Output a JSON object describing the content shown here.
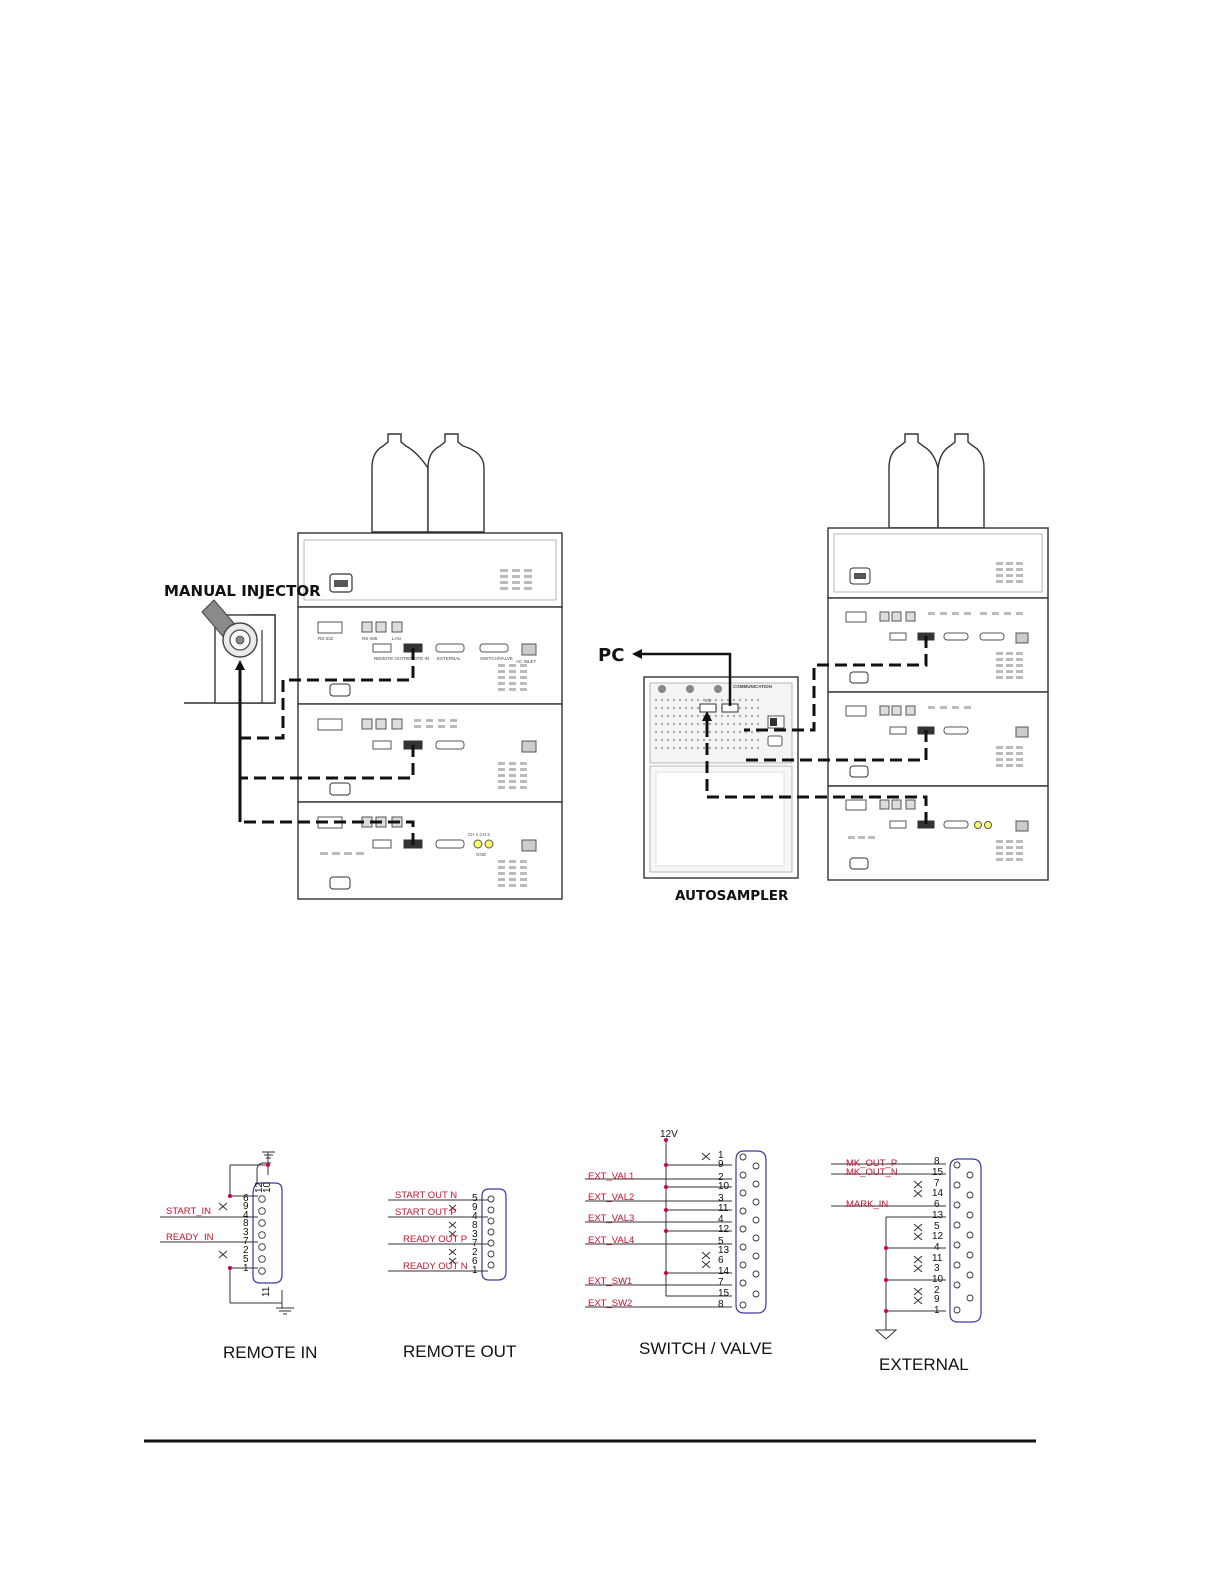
{
  "upper_diagram": {
    "left_system": {
      "manual_injector_label": "MANUAL INJECTOR"
    },
    "right_system": {
      "pc_label": "PC",
      "autosampler_label": "AUTOSAMPLER",
      "communication_label": "COMMUNICATION",
      "io_label": "I/O"
    },
    "port_labels": {
      "remote_in": "REMOTE IN",
      "remote_out": "REMOTE OUT",
      "external": "EXTERNAL",
      "switch_valve": "SWITCH/VALVE",
      "rs232": "RS-232",
      "rs485": "RS-485",
      "lan": "LAN",
      "ac_inlet": "AC INLET",
      "remote_short": "REMOTE IN",
      "analog": "CH 1 CH 2",
      "ground": "GND"
    }
  },
  "pinouts": {
    "remote_in": {
      "caption": "REMOTE IN",
      "signals": [
        "START_IN",
        "READY_IN"
      ],
      "pins": [
        "6",
        "9",
        "4",
        "8",
        "3",
        "7",
        "2",
        "5",
        "1"
      ],
      "header_pins": [
        "12",
        "10"
      ],
      "bottom_pin": "11"
    },
    "remote_out": {
      "caption": "REMOTE OUT",
      "signals": [
        "START OUT N",
        "START OUT P",
        "READY OUT P",
        "READY OUT N"
      ],
      "pins": [
        "5",
        "9",
        "4",
        "8",
        "3",
        "7",
        "2",
        "6",
        "1"
      ]
    },
    "switch_valve": {
      "caption": "SWITCH / VALVE",
      "supply": "12V",
      "signals": [
        "EXT_VAL1",
        "EXT_VAL2",
        "EXT_VAL3",
        "EXT_VAL4",
        "EXT_SW1",
        "EXT_SW2"
      ],
      "pins": [
        "1",
        "9",
        "2",
        "10",
        "3",
        "11",
        "4",
        "12",
        "5",
        "13",
        "6",
        "14",
        "7",
        "15",
        "8"
      ]
    },
    "external": {
      "caption": "EXTERNAL",
      "signals": [
        "MK_OUT_P",
        "MK_OUT_N",
        "MARK_IN"
      ],
      "pins": [
        "8",
        "15",
        "7",
        "14",
        "6",
        "13",
        "5",
        "12",
        "4",
        "11",
        "3",
        "10",
        "2",
        "9",
        "1"
      ]
    }
  }
}
